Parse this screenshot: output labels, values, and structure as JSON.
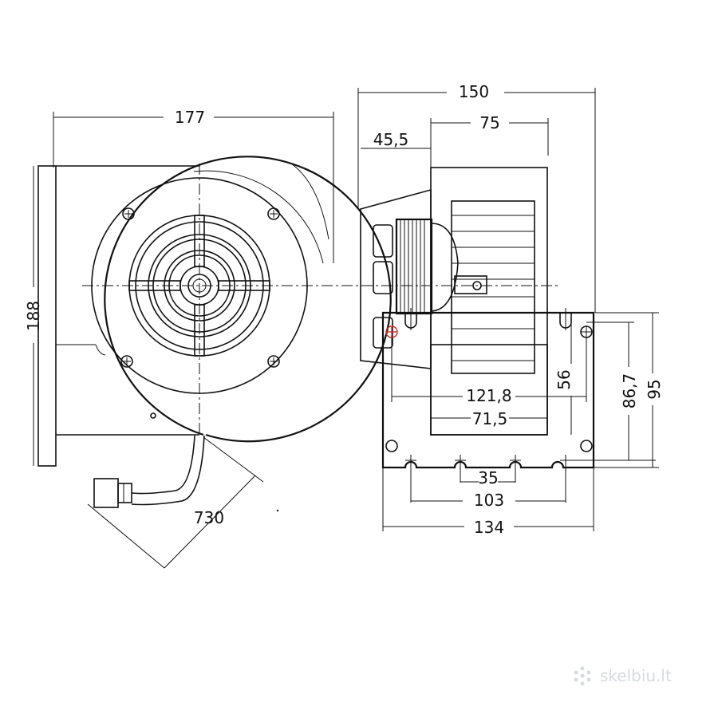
{
  "dimensions": {
    "width_front": "177",
    "height_front": "188",
    "cable_length": "730",
    "width_side": "150",
    "motor_offset": "45,5",
    "impeller_width": "75",
    "hole_span_wide": "121,8",
    "inner_span": "71,5",
    "hole_height_small": "56",
    "hole_height_mid": "86,7",
    "flange_height": "95",
    "slot_pitch": "35",
    "slot_span": "103",
    "flange_width": "134"
  },
  "watermark": {
    "text": "skelbiu.lt"
  }
}
